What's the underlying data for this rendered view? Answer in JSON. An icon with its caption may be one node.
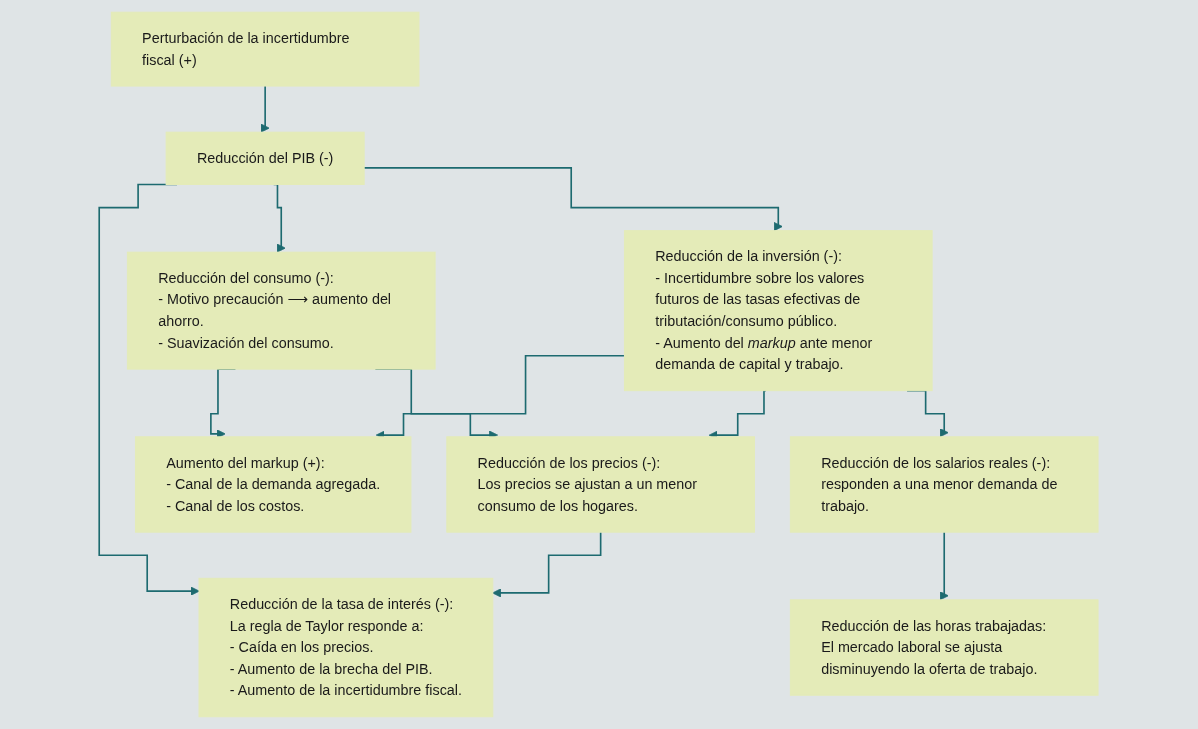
{
  "diagram": {
    "nodes": [
      {
        "text": [
          "Perturbación de la incertidumbre fiscal (+)"
        ]
      },
      {
        "text": [
          "Reducción del PIB (-)"
        ]
      },
      {
        "text": [
          "Reducción del consumo (-):",
          "- Motivo precaución ⟶ aumento del ahorro.",
          "- Suavización del consumo."
        ]
      },
      {
        "text": [
          "Reducción de la inversión (-):",
          "- Incertidumbre sobre los valores futuros de las tasas efectivas de tributación/consumo público.",
          "- Aumento del *markup* ante menor demanda de capital y trabajo."
        ]
      },
      {
        "text": [
          "Reducción de los salarios reales (-):",
          "responden a una menor demanda de trabajo."
        ]
      },
      {
        "text": [
          "Reducción de las horas trabajadas:",
          "El mercado laboral se ajusta disminuyendo la oferta de trabajo."
        ]
      },
      {
        "text": [
          "Aumento del markup (+):",
          "- Canal de la demanda agregada.",
          "- Canal de los costos."
        ]
      },
      {
        "text": [
          "Reducción de los precios (-):",
          "Los precios se ajustan a un menor consumo de los hogares."
        ]
      },
      {
        "text": [
          "Reducción de la tasa de interés (-):",
          "La regla de Taylor responde a:",
          "- Caída en los precios.",
          "- Aumento de la brecha del PIB.",
          "- Aumento de la incertidumbre fiscal."
        ]
      }
    ],
    "edges": [
      {
        "from": 0,
        "to": 1,
        "arrow": "to"
      },
      {
        "from": 1,
        "to": 2,
        "arrow": "to"
      },
      {
        "from": 1,
        "to": 3,
        "arrow": "to"
      },
      {
        "from": 1,
        "to": 8,
        "arrow": "to"
      },
      {
        "from": 3,
        "to": 4,
        "arrow": "to"
      },
      {
        "from": 4,
        "to": 5,
        "arrow": "to"
      },
      {
        "from": 2,
        "to": 6,
        "arrow": "to"
      },
      {
        "from": 2,
        "to": 7,
        "arrow": "to"
      },
      {
        "from": 3,
        "to": 6,
        "arrow": "to"
      },
      {
        "from": 3,
        "to": 7,
        "arrow": "to"
      },
      {
        "from": 7,
        "to": 8,
        "arrow": "to"
      }
    ]
  }
}
